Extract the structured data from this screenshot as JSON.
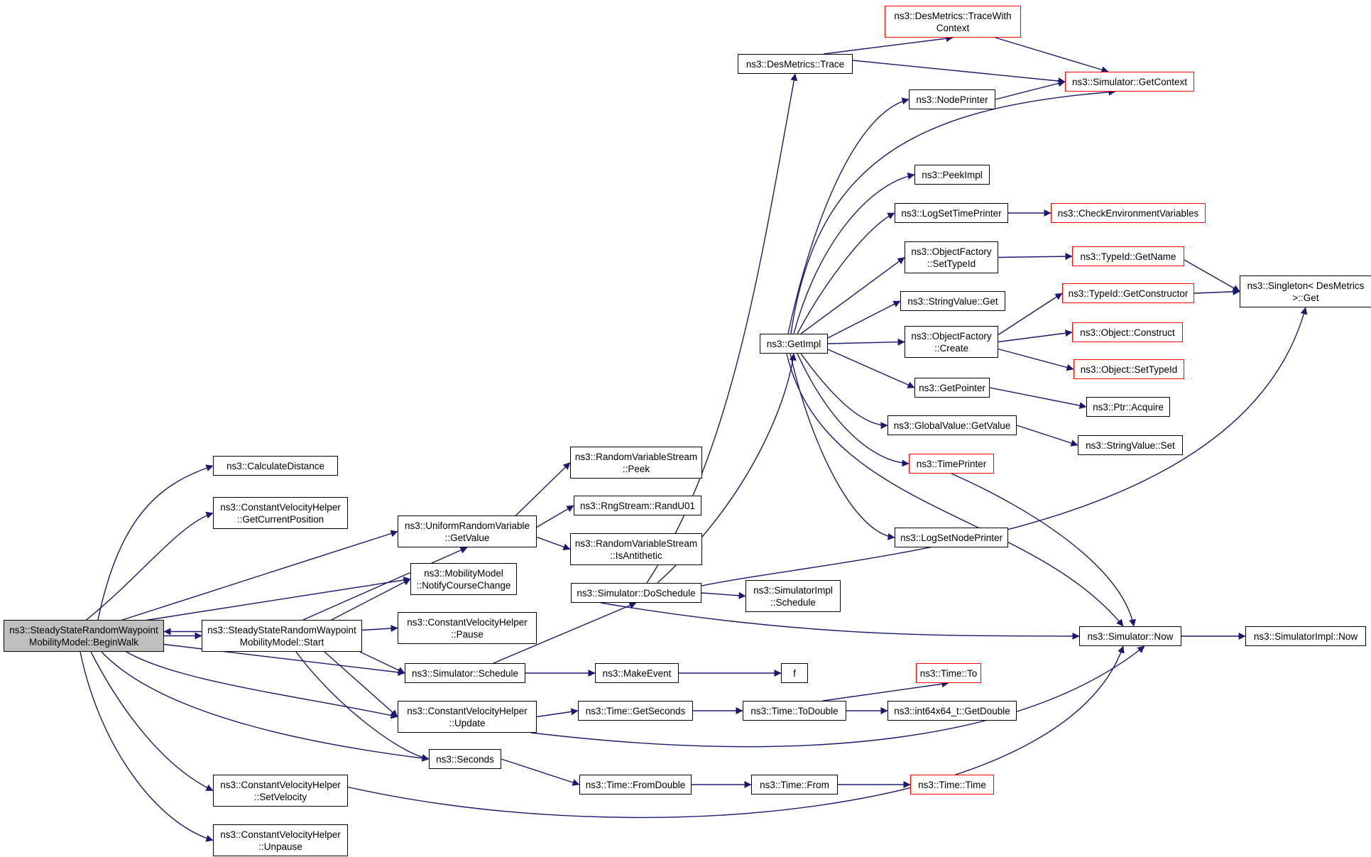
{
  "colors": {
    "edge": "#191970",
    "node_border": "#000000",
    "external_border": "#ff0000",
    "root_fill": "#bfbfbf"
  },
  "nodes": {
    "n0": {
      "lines": [
        "ns3::SteadyStateRandomWaypoint",
        "MobilityModel::BeginWalk"
      ],
      "root": true
    },
    "n1": {
      "lines": [
        "ns3::CalculateDistance"
      ]
    },
    "n2": {
      "lines": [
        "ns3::ConstantVelocityHelper",
        "::GetCurrentPosition"
      ]
    },
    "n3": {
      "lines": [
        "ns3::UniformRandomVariable",
        "::GetValue"
      ]
    },
    "n4": {
      "lines": [
        "ns3::MobilityModel",
        "::NotifyCourseChange"
      ]
    },
    "n5": {
      "lines": [
        "ns3::SteadyStateRandomWaypoint",
        "MobilityModel::Start"
      ]
    },
    "n6": {
      "lines": [
        "ns3::ConstantVelocityHelper",
        "::Pause"
      ]
    },
    "n7": {
      "lines": [
        "ns3::Simulator::Schedule"
      ]
    },
    "n8": {
      "lines": [
        "ns3::ConstantVelocityHelper",
        "::Update"
      ]
    },
    "n9": {
      "lines": [
        "ns3::Seconds"
      ]
    },
    "n10": {
      "lines": [
        "ns3::ConstantVelocityHelper",
        "::SetVelocity"
      ]
    },
    "n11": {
      "lines": [
        "ns3::ConstantVelocityHelper",
        "::Unpause"
      ]
    },
    "n12": {
      "lines": [
        "ns3::RandomVariableStream",
        "::Peek"
      ]
    },
    "n13": {
      "lines": [
        "ns3::RngStream::RandU01"
      ]
    },
    "n14": {
      "lines": [
        "ns3::RandomVariableStream",
        "::IsAntithetic"
      ]
    },
    "n15": {
      "lines": [
        "ns3::Simulator::DoSchedule"
      ]
    },
    "n16": {
      "lines": [
        "ns3::MakeEvent"
      ]
    },
    "n17": {
      "lines": [
        "ns3::Time::GetSeconds"
      ]
    },
    "n18": {
      "lines": [
        "ns3::Time::FromDouble"
      ]
    },
    "n19": {
      "lines": [
        "ns3::DesMetrics::Trace"
      ]
    },
    "n20": {
      "lines": [
        "ns3::GetImpl"
      ]
    },
    "n21": {
      "lines": [
        "ns3::SimulatorImpl",
        "::Schedule"
      ]
    },
    "n22": {
      "lines": [
        "f"
      ]
    },
    "n23": {
      "lines": [
        "ns3::Time::ToDouble"
      ]
    },
    "n24": {
      "lines": [
        "ns3::Time::From"
      ]
    },
    "n25": {
      "lines": [
        "ns3::DesMetrics::TraceWith",
        "Context"
      ],
      "red": true
    },
    "n26": {
      "lines": [
        "ns3::NodePrinter"
      ]
    },
    "n27": {
      "lines": [
        "ns3::PeekImpl"
      ]
    },
    "n28": {
      "lines": [
        "ns3::LogSetTimePrinter"
      ]
    },
    "n29": {
      "lines": [
        "ns3::ObjectFactory",
        "::SetTypeId"
      ]
    },
    "n30": {
      "lines": [
        "ns3::StringValue::Get"
      ]
    },
    "n31": {
      "lines": [
        "ns3::ObjectFactory",
        "::Create"
      ]
    },
    "n32": {
      "lines": [
        "ns3::GetPointer"
      ]
    },
    "n33": {
      "lines": [
        "ns3::GlobalValue::GetValue"
      ]
    },
    "n34": {
      "lines": [
        "ns3::TimePrinter"
      ],
      "red": true
    },
    "n35": {
      "lines": [
        "ns3::LogSetNodePrinter"
      ]
    },
    "n36": {
      "lines": [
        "ns3::Simulator::Now"
      ]
    },
    "n37": {
      "lines": [
        "ns3::Time::To"
      ],
      "red": true
    },
    "n38": {
      "lines": [
        "ns3::int64x64_t::GetDouble"
      ]
    },
    "n39": {
      "lines": [
        "ns3::Time::Time"
      ],
      "red": true
    },
    "n40": {
      "lines": [
        "ns3::Simulator::GetContext"
      ],
      "red": true
    },
    "n41": {
      "lines": [
        "ns3::CheckEnvironmentVariables"
      ],
      "red": true
    },
    "n42": {
      "lines": [
        "ns3::TypeId::GetName"
      ],
      "red": true
    },
    "n43": {
      "lines": [
        "ns3::TypeId::GetConstructor"
      ],
      "red": true
    },
    "n44": {
      "lines": [
        "ns3::Object::Construct"
      ],
      "red": true
    },
    "n45": {
      "lines": [
        "ns3::Object::SetTypeId"
      ],
      "red": true
    },
    "n46": {
      "lines": [
        "ns3::Ptr::Acquire"
      ]
    },
    "n47": {
      "lines": [
        "ns3::StringValue::Set"
      ]
    },
    "n48": {
      "lines": [
        "ns3::Singleton< DesMetrics",
        ">::Get"
      ]
    },
    "n49": {
      "lines": [
        "ns3::SimulatorImpl::Now"
      ]
    }
  }
}
